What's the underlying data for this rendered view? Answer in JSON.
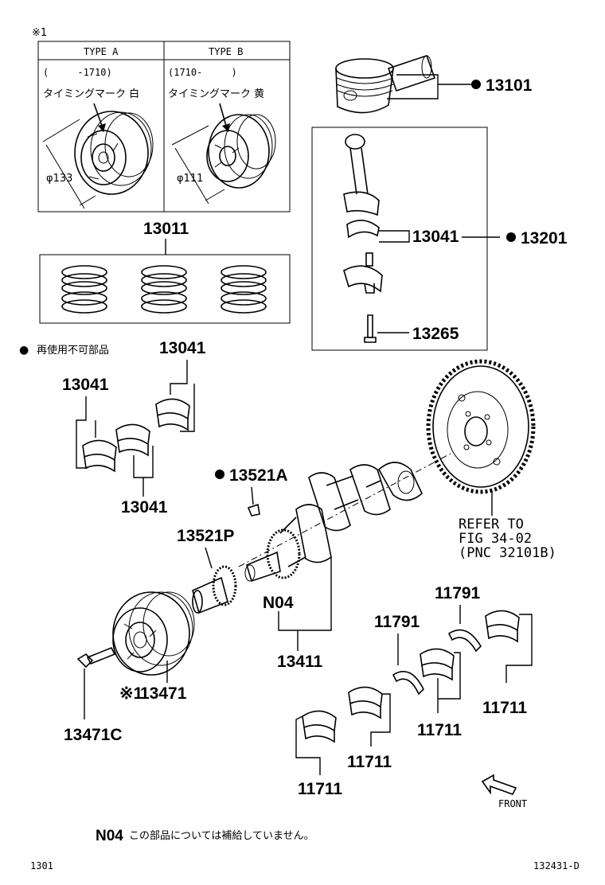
{
  "reference_mark": "※1",
  "type_table": {
    "col_a": {
      "header": "TYPE A",
      "range": "(     -1710)",
      "timing_label": "タイミングマーク 白",
      "diameter": "φ133"
    },
    "col_b": {
      "header": "TYPE B",
      "range": "(1710-     )",
      "timing_label": "タイミングマーク 黄",
      "diameter": "φ111"
    }
  },
  "legend": {
    "bullet": "●",
    "text": "再使用不可部品"
  },
  "parts": {
    "p13101": "13101",
    "p13201": "13201",
    "p13011": "13011",
    "p13041_rod": "13041",
    "p13265": "13265",
    "p13041_a": "13041",
    "p13041_b": "13041",
    "p13041_c": "13041",
    "p13521a": "13521A",
    "p13521p": "13521P",
    "n04": "N04",
    "p13411": "13411",
    "p13471": "13471",
    "p13471_prefix": "※1",
    "p13471c": "13471C",
    "p11791_a": "11791",
    "p11791_b": "11791",
    "p11711_a": "11711",
    "p11711_b": "11711",
    "p11711_c": "11711",
    "p11711_d": "11711"
  },
  "refer": {
    "line1": "REFER TO",
    "line2": "FIG 34-02",
    "line3": "(PNC 32101B)"
  },
  "front_label": "FRONT",
  "note": {
    "code": "N04",
    "text": "この部品については補給していません。"
  },
  "footer": {
    "page": "1301",
    "figure_id": "132431-D"
  }
}
